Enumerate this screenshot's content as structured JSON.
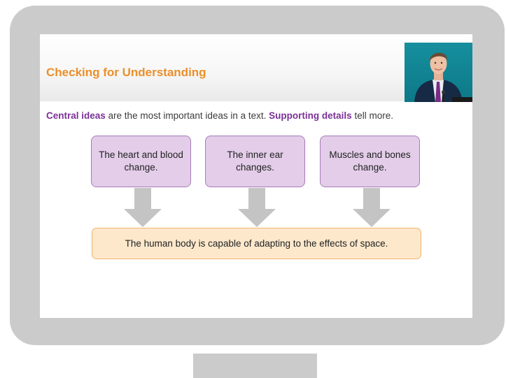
{
  "slide": {
    "title": "Checking for Understanding",
    "intro": {
      "term1": "Central ideas",
      "text1": " are the most important ideas in a text. ",
      "term2": "Supporting details",
      "text2": " tell more."
    },
    "details": [
      "The heart and blood change.",
      "The inner ear changes.",
      "Muscles and bones change."
    ],
    "central_idea": "The human body is capable of adapting to the effects of space."
  },
  "colors": {
    "title": "#ec8f2b",
    "highlight": "#7b3096",
    "detail_fill": "#e3cde9",
    "detail_border": "#a77bb8",
    "summary_fill": "#fde8cc",
    "summary_border": "#f2b56c",
    "bezel": "#cbcbcb"
  }
}
